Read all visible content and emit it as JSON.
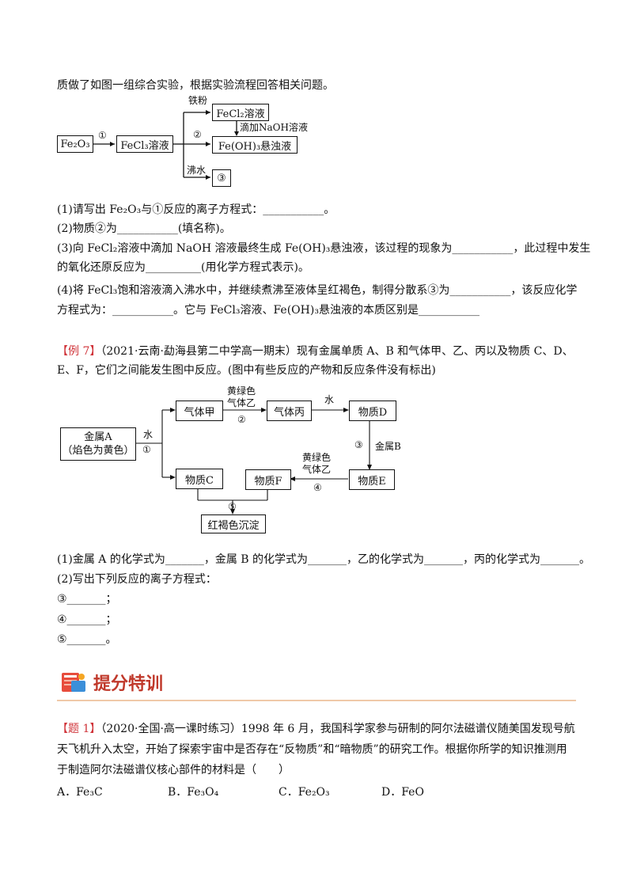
{
  "intro": "质做了如图一组综合实验，根据实验流程回答相关问题。",
  "diagram1": {
    "fe2o3": "Fe₂O₃",
    "fecl3": "FeCl₃溶液",
    "fecl2": "FeCl₂溶液",
    "feoh3": "Fe(OH)₃悬浊液",
    "circle3": "③",
    "label_iron": "铁粉",
    "label_naoh": "滴加NaOH溶液",
    "label_boil": "沸水",
    "step1": "①",
    "step2": "②"
  },
  "q1_lines": [
    "(1)请写出 Fe₂O₃与①反应的离子方程式：___________。",
    "(2)物质②为___________(填名称)。",
    "(3)向 FeCl₂溶液中滴加 NaOH 溶液最终生成 Fe(OH)₃悬浊液，该过程的现象为___________，此过程中发生",
    "的氧化还原反应为__________(用化学方程式表示)。",
    "(4)将 FeCl₃饱和溶液滴入沸水中，并继续煮沸至液体呈红褐色，制得分散系③为___________，该反应化学",
    "方程式为：___________。它与 FeCl₃溶液、Fe(OH)₃悬浊液的本质区别是___________"
  ],
  "example7": {
    "tag": "【例 7】",
    "line1": "（2021·云南·勐海县第二中学高一期末）现有金属单质 A、B 和气体甲、乙、丙以及物质 C、D、",
    "line2": "E、F，它们之间能发生图中反应。(图中有些反应的产物和反应条件没有标出)"
  },
  "diagram2": {
    "metal_a": "金属A",
    "metal_a_sub": "（焰色为黄色）",
    "gas_jia": "气体甲",
    "gas_bing": "气体丙",
    "sub_d": "物质D",
    "sub_c": "物质C",
    "sub_f": "物质F",
    "sub_e": "物质E",
    "precip": "红褐色沉淀",
    "water1": "水",
    "step1": "①",
    "yellow_green_1a": "黄绿色",
    "yellow_green_1b": "气体乙",
    "step2": "②",
    "water2": "水",
    "step3": "③",
    "metal_b": "金属B",
    "yellow_green_2a": "黄绿色",
    "yellow_green_2b": "气体乙",
    "step4": "④",
    "step5": "⑤"
  },
  "q2_lines": [
    "(1)金属 A 的化学式为_______，金属 B 的化学式为_______，乙的化学式为_______，丙的化学式为_______。",
    "(2)写出下列反应的离子方程式：",
    "③_______；",
    "④_______；",
    "⑤_______。"
  ],
  "section_title": "提分特训",
  "task1": {
    "tag": "【题 1】",
    "line1": "（2020·全国·高一课时练习）1998 年 6 月，我国科学家参与研制的阿尔法磁谱仪随美国发现号航",
    "line2": "天飞机升入太空，开始了探索宇宙中是否存在“反物质”和“暗物质”的研究工作。根据你所学的知识推测用",
    "line3": "于制造阿尔法磁谱仪核心部件的材料是（　　）",
    "choices": [
      "A．Fe₃C",
      "B．Fe₃O₄",
      "C．Fe₂O₃",
      "D．FeO"
    ]
  },
  "colors": {
    "accent": "#d0343a",
    "rule": "#f0c9a8"
  }
}
